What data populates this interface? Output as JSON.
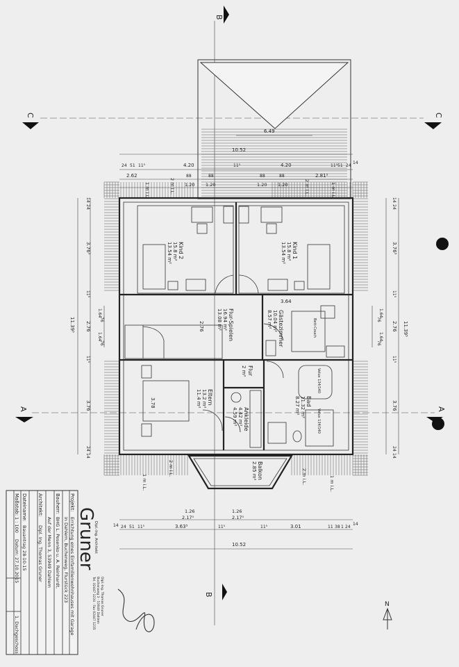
{
  "section_marks": {
    "b_top": "B",
    "b_bottom": "B",
    "c_left": "C",
    "c_right": "C",
    "a_left": "A",
    "a_right": "A"
  },
  "rooms": {
    "kind2": {
      "name": "Kind 2",
      "area1": "15.8 m²",
      "area2": "13.54 m²"
    },
    "kind1": {
      "name": "Kind 1",
      "area1": "15.8 m²",
      "area2": "13.54 m²"
    },
    "flur_spielen": {
      "name": "Flur-Spielen",
      "area1": "16.94 m²",
      "area2": "13.08 m²"
    },
    "gaestezimmer": {
      "name": "Gästezimmer",
      "area1": "10.04 m²",
      "area2": "8.57 m²",
      "furniture": "Bett-Couch"
    },
    "flur": {
      "name": "Flur",
      "area": "2 m²"
    },
    "eltern": {
      "name": "Eltern",
      "area1": "13.2 m²",
      "area2": "11.4 m²"
    },
    "ankleide": {
      "name": "Ankleide",
      "area1": "4.42 m²",
      "area2": "4.59 m²"
    },
    "bad": {
      "name": "Bad",
      "area1": "11.32 m²",
      "area2": "8.27 m²",
      "fixture1": "Velux 134/140",
      "fixture2": "Velux 134/140"
    },
    "balkon": {
      "name": "Balkon",
      "area": "2.85 m²"
    }
  },
  "dimensions": {
    "top": {
      "total": "10.52",
      "roof": "6.49",
      "a": "4.20",
      "b": "4.20",
      "c": "11⁵",
      "d": "24",
      "e": "51",
      "f": "11⁵",
      "g": "11⁵",
      "h": "51",
      "i": "24",
      "j": "14",
      "k": "2.62",
      "l": "2.81⁵",
      "m": "88",
      "n": "88",
      "o": "88",
      "p": "88",
      "q": "1.20",
      "r": "1.20",
      "s": "1.20",
      "t": "1.20"
    },
    "bottom": {
      "total": "10.52",
      "a": "3.63⁵",
      "b": "11⁵",
      "c": "3.01",
      "d": "11⁵",
      "e": "1.26",
      "f": "1.26",
      "g": "2.17⁵",
      "h": "2.17⁵",
      "i": "24",
      "j": "51",
      "k": "11⁵",
      "l": "14",
      "m": "11",
      "n": "38",
      "o": "1",
      "p": "24",
      "q": "14"
    },
    "left": {
      "total": "11.39⁵",
      "a": "3.76⁵",
      "b": "3.76",
      "c": "2.76",
      "d": "11⁵",
      "e": "1.64",
      "f": "76",
      "g": "1.64",
      "h": "76",
      "i": "11⁵",
      "j": "24",
      "k": "14",
      "l": "24",
      "m": "14"
    },
    "right": {
      "total": "11.39⁵",
      "a": "3.76⁵",
      "b": "3.76",
      "c": "2.76",
      "d": "11⁵",
      "e": "1.64",
      "f": "76",
      "g": "1.64",
      "h": "76",
      "i": "11⁵",
      "j": "24",
      "k": "14",
      "l": "24",
      "m": "14"
    },
    "inner": {
      "flur": "2.76",
      "gast": "3.64",
      "eltern": "3.78"
    }
  },
  "roof_lines": {
    "a": "2 m i.L.",
    "b": "1 m i.L.",
    "c": "2 m i.L.",
    "d": "1 m i.L.",
    "e": "1 m i.L.",
    "f": "2 m i.L.",
    "g": "2 m i.L.",
    "h": "1 m i.L."
  },
  "title_block": {
    "firm_line1": "Dipl.-Ing. Architekt",
    "firm_name": "Gruner",
    "firm_line2": "Dipl.-Ing. Thomas Gruner",
    "firm_line3": "Buchenweg 3 · 53949 Dahlem",
    "firm_line4": "Tel. 02447 1234 · Fax 02447 1235",
    "projekt_label": "Projekt:",
    "projekt_line1": "Errichtung eines Einfamilienwohnhauses mit Garage",
    "projekt_line2": "in Dahlem, Buchenweg, Flurstück 223",
    "bauherr_label": "Bauherr:",
    "bauherr_line1": "BHG L. Pesenko u. A. Reinhardt,",
    "bauherr_line2": "Auf der Menn 3, 53949 Dahlem",
    "architekt_label": "Architekt:",
    "architekt_value": "Dipl. Ing. Thomas Gruner",
    "dateiname_label": "Dateiname:",
    "dateiname_value": "Bauantrag 28-10-15",
    "massstab_label": "Maßstab:",
    "massstab_value": "1 : 100",
    "datum_label": "Datum:",
    "datum_value": "27.10.2015",
    "plan_value": "1. Dachgeschoss"
  },
  "north_arrow": "N",
  "colors": {
    "paper": "#eeeeee",
    "ink": "#222222"
  }
}
